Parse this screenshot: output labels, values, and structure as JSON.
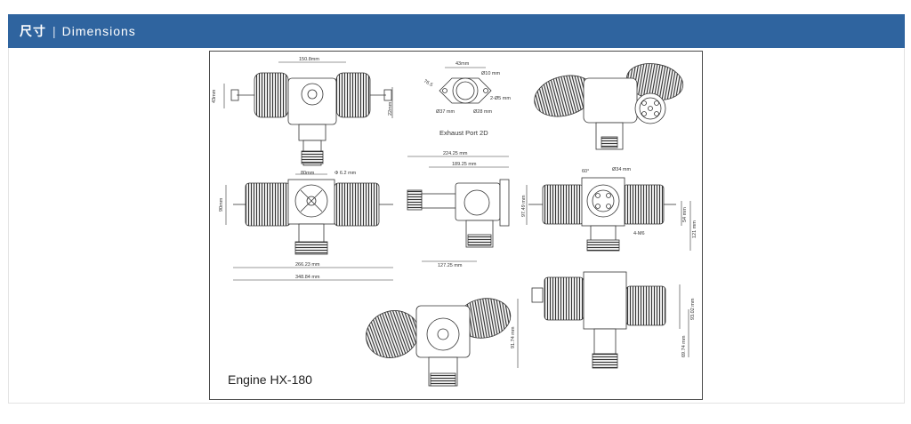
{
  "header": {
    "title_cn": "尺寸",
    "separator": "|",
    "title_en": "Dimensions",
    "background": "#2f649f"
  },
  "drawing": {
    "engine_label": "Engine HX-180",
    "exhaust_caption": "Exhaust Port 2D",
    "dims": {
      "top_width": "150.8mm",
      "top_left_h": "43mm",
      "top_right_h": "22mm",
      "ex_width": "43mm",
      "ex_hole": "Ø10 mm",
      "ex_angle": "76.5",
      "ex_r": "2-Ø5 mm",
      "ex_d37": "Ø37 mm",
      "ex_d28": "Ø28 mm",
      "front_top": "80mm",
      "front_shaft": "Φ 6.2 mm",
      "front_left_h": "90mm",
      "front_w1": "266.23 mm",
      "front_w2": "348.84 mm",
      "side_w1": "224.25 mm",
      "side_w2": "189.25 mm",
      "side_w3": "127.25 mm",
      "rear_angle": "60°",
      "rear_d": "Ø34 mm",
      "rear_h1": "97.49 mm",
      "rear_h2": "54 mm",
      "rear_h3": "121 mm",
      "rear_m6": "4-M6",
      "bot_h1": "93.02 mm",
      "bot_h2": "91.74 mm",
      "bot_h3": "69.74 mm"
    }
  }
}
